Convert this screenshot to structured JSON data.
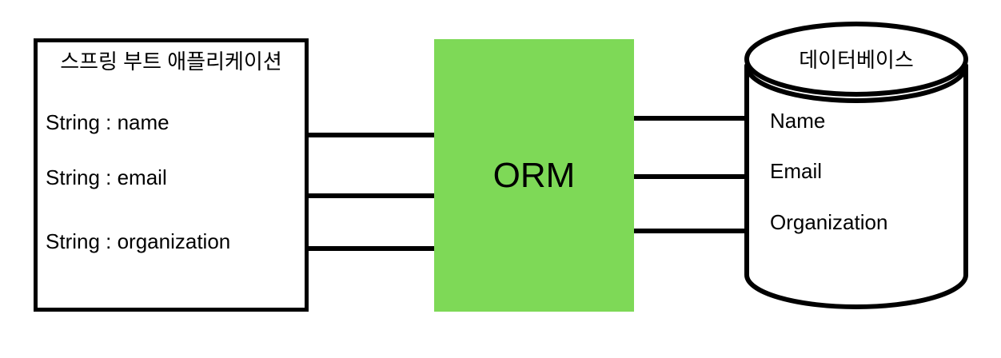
{
  "app_box": {
    "title": "스프링 부트 애플리케이션",
    "fields": [
      "String : name",
      "String : email",
      "String : organization"
    ]
  },
  "orm": {
    "label": "ORM",
    "fill_color": "#7ED957"
  },
  "database": {
    "title": "데이터베이스",
    "fields": [
      "Name",
      "Email",
      "Organization"
    ]
  },
  "colors": {
    "line": "#000000",
    "background": "#ffffff"
  }
}
